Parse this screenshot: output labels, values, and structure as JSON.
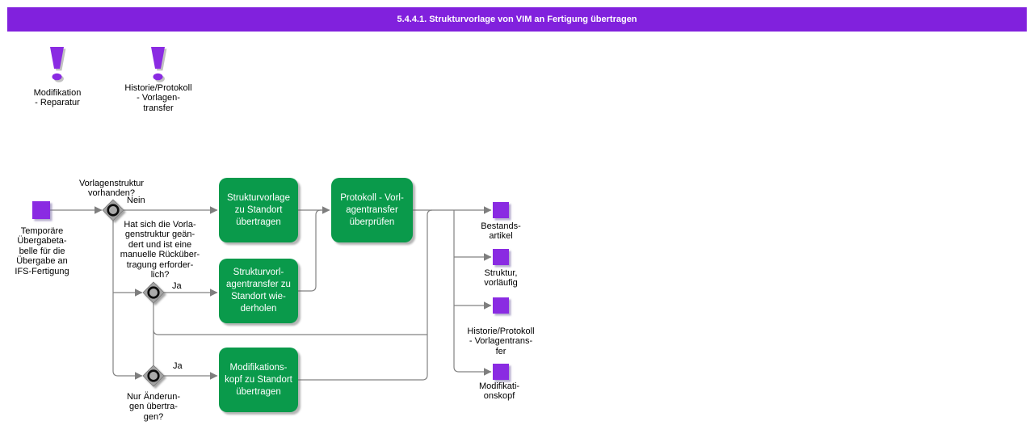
{
  "header": {
    "title": "5.4.4.1. Strukturvorlage von VIM an Fertigung übertragen"
  },
  "colors": {
    "header_purple": "#8121dd",
    "node_purple": "#8a2be2",
    "activity_green": "#0a9a4b",
    "connector_gray": "#828282"
  },
  "legend": [
    {
      "label": "Modifikation\n- Reparatur"
    },
    {
      "label": "Historie/Protokoll\n- Vorlagen-\ntransfer"
    }
  ],
  "start": {
    "label": "Temporäre\nÜbergabeta-\nbelle für die\nÜbergabe an\nIFS-Fertigung"
  },
  "decisions": [
    {
      "question": "Vorlagenstruktur\nvorhanden?",
      "branch": "Nein"
    },
    {
      "question": "Hat sich die Vorla-\ngenstruktur geän-\ndert und ist eine\nmanuelle Rücküber-\ntragung erforder-\nlich?",
      "branch": "Ja"
    },
    {
      "question": "Nur Änderun-\ngen übertra-\ngen?",
      "branch": "Ja"
    }
  ],
  "activities": [
    {
      "label": "Strukturvorlage\nzu Standort\nübertragen"
    },
    {
      "label": "Strukturvorl-\nagentransfer zu\nStandort wie-\nderholen"
    },
    {
      "label": "Protokoll - Vorl-\nagentransfer\nüberprüfen"
    },
    {
      "label": "Modifikations-\nkopf zu Standort\nübertragen"
    }
  ],
  "outputs": [
    {
      "label": "Bestands-\nartikel"
    },
    {
      "label": "Struktur,\nvorläufig"
    },
    {
      "label": "Historie/Protokoll\n- Vorlagentrans-\nfer"
    },
    {
      "label": "Modifikati-\nonskopf"
    }
  ]
}
